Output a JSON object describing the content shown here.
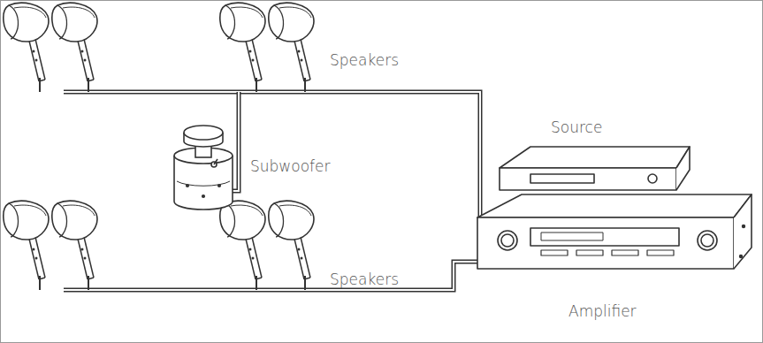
{
  "diagram": {
    "labels": [
      "Speakers",
      "Subwoofer",
      "Source",
      "Amplifier",
      "Speakers"
    ]
  }
}
